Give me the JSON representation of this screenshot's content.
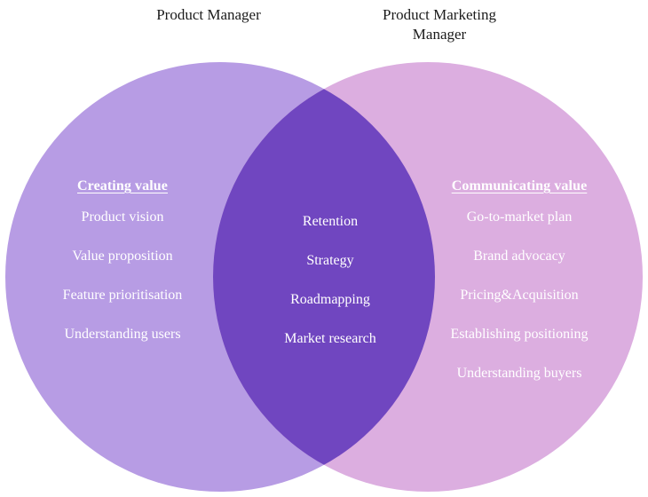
{
  "titles": {
    "left": "Product Manager",
    "right": "Product Marketing\nManager"
  },
  "left_circle": {
    "heading": "Creating value",
    "items": [
      "Product vision",
      "Value proposition",
      "Feature prioritisation",
      "Understanding users"
    ]
  },
  "overlap": {
    "items": [
      "Retention",
      "Strategy",
      "Roadmapping",
      "Market research"
    ]
  },
  "right_circle": {
    "heading": "Communicating value",
    "items": [
      "Go-to-market plan",
      "Brand advocacy",
      "Pricing&Acquisition",
      "Establishing positioning",
      "Understanding buyers"
    ]
  },
  "colors": {
    "background": "#ffffff",
    "left_circle": "#b79ce4",
    "right_circle": "#dcaee0",
    "overlap": "#7046c0",
    "text_on_circle": "#ffffff",
    "title_text": "#1b1b1b"
  }
}
